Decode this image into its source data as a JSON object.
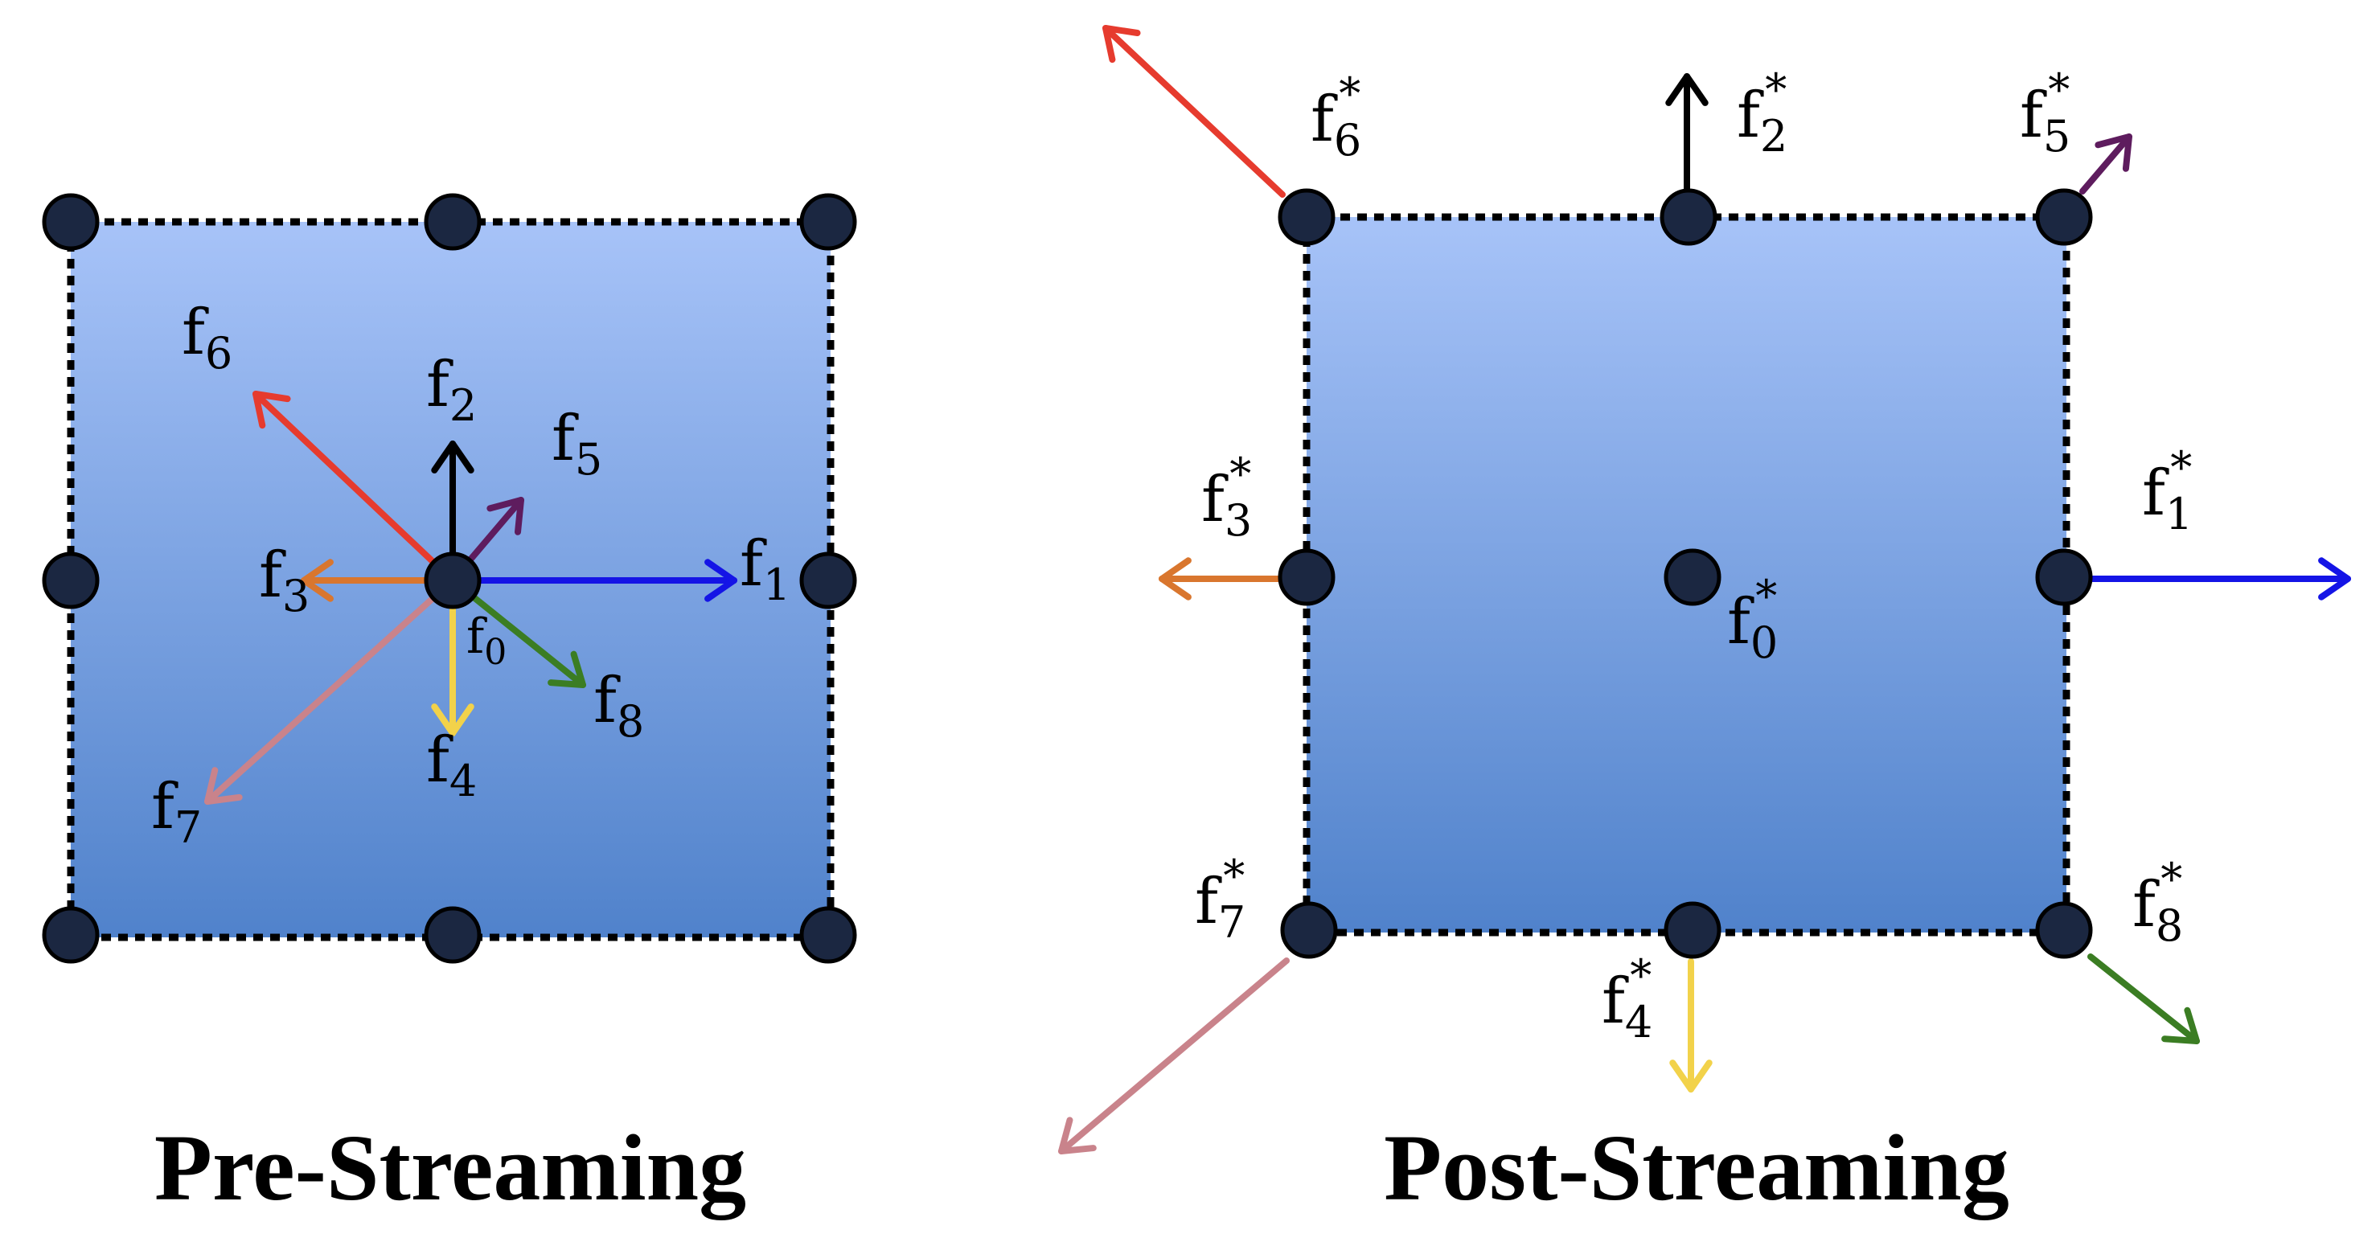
{
  "panels": {
    "pre": {
      "title": "Pre-Streaming",
      "vectors": [
        {
          "id": "f0",
          "base": "f",
          "sub": "0",
          "color": "#000000"
        },
        {
          "id": "f1",
          "base": "f",
          "sub": "1",
          "color": "#1414e6"
        },
        {
          "id": "f2",
          "base": "f",
          "sub": "2",
          "color": "#000000"
        },
        {
          "id": "f3",
          "base": "f",
          "sub": "3",
          "color": "#d9762e"
        },
        {
          "id": "f4",
          "base": "f",
          "sub": "4",
          "color": "#f2d24a"
        },
        {
          "id": "f5",
          "base": "f",
          "sub": "5",
          "color": "#5e1c5e"
        },
        {
          "id": "f6",
          "base": "f",
          "sub": "6",
          "color": "#e63b2e"
        },
        {
          "id": "f7",
          "base": "f",
          "sub": "7",
          "color": "#c9838b"
        },
        {
          "id": "f8",
          "base": "f",
          "sub": "8",
          "color": "#3b7d23"
        }
      ]
    },
    "post": {
      "title": "Post-Streaming",
      "vectors": [
        {
          "id": "f0",
          "base": "f",
          "sub": "0",
          "sup": "*",
          "color": "#000000"
        },
        {
          "id": "f1",
          "base": "f",
          "sub": "1",
          "sup": "*",
          "color": "#1414e6"
        },
        {
          "id": "f2",
          "base": "f",
          "sub": "2",
          "sup": "*",
          "color": "#000000"
        },
        {
          "id": "f3",
          "base": "f",
          "sub": "3",
          "sup": "*",
          "color": "#d9762e"
        },
        {
          "id": "f4",
          "base": "f",
          "sub": "4",
          "sup": "*",
          "color": "#f2d24a"
        },
        {
          "id": "f5",
          "base": "f",
          "sub": "5",
          "sup": "*",
          "color": "#5e1c5e"
        },
        {
          "id": "f6",
          "base": "f",
          "sub": "6",
          "sup": "*",
          "color": "#e63b2e"
        },
        {
          "id": "f7",
          "base": "f",
          "sub": "7",
          "sup": "*",
          "color": "#c9838b"
        },
        {
          "id": "f8",
          "base": "f",
          "sub": "8",
          "sup": "*",
          "color": "#3b7d23"
        }
      ]
    }
  },
  "colors": {
    "cell_top": "#a7c3f8",
    "cell_bottom": "#5082cb",
    "node_fill": "#1b2741",
    "grid_line": "#000000"
  }
}
